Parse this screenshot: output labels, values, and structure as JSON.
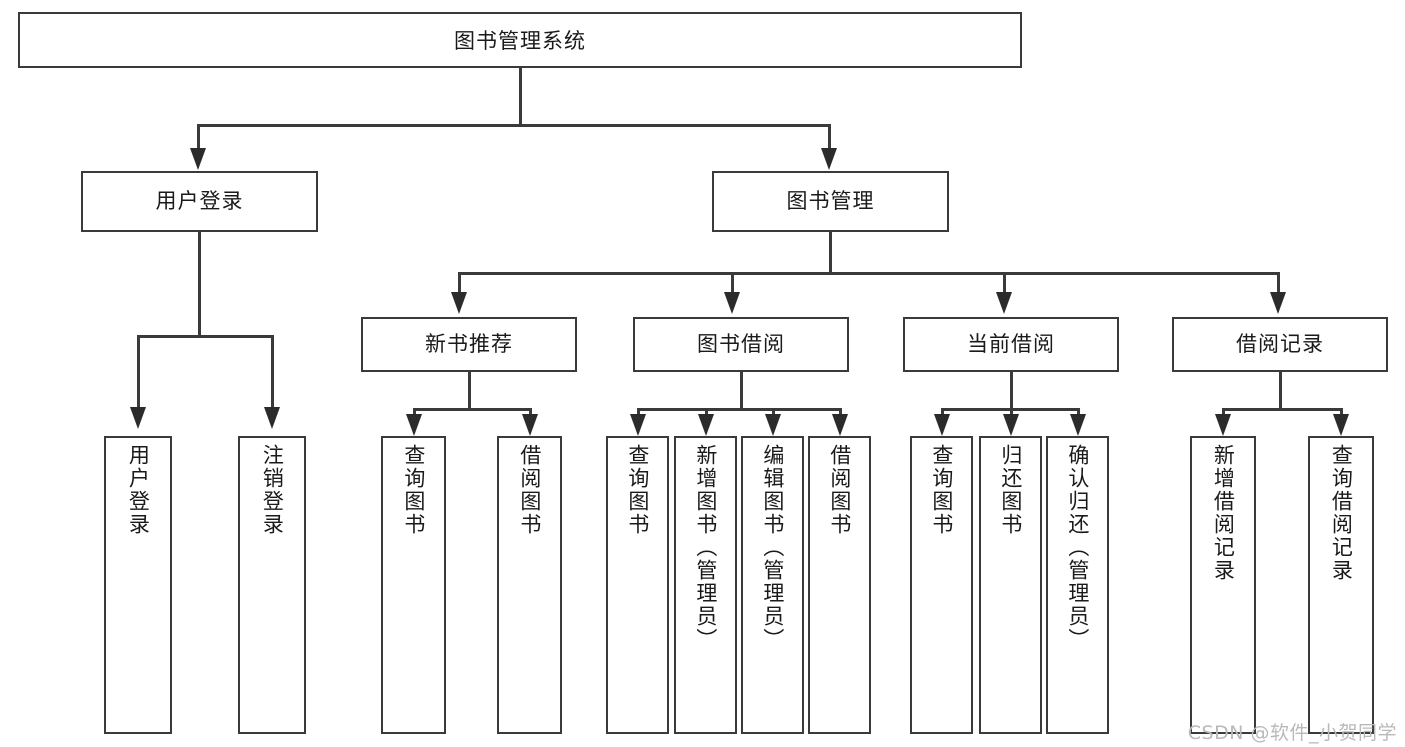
{
  "diagram": {
    "title": "图书管理系统",
    "watermark": "CSDN @软件_小贺同学",
    "colors": {
      "background": "#ffffff",
      "stroke": "#3a3a3a",
      "arrow": "#2b2b2b",
      "text": "#1a1a1a",
      "watermark": "#b9b9b9"
    }
  },
  "root": {
    "label": "图书管理系统"
  },
  "level2": [
    {
      "label": "用户登录"
    },
    {
      "label": "图书管理"
    }
  ],
  "level3": [
    {
      "label": "新书推荐"
    },
    {
      "label": "图书借阅"
    },
    {
      "label": "当前借阅"
    },
    {
      "label": "借阅记录"
    }
  ],
  "leaves": {
    "user_login": [
      {
        "label": "用户登录"
      },
      {
        "label": "注销登录"
      }
    ],
    "new_book": [
      {
        "label": "查询图书"
      },
      {
        "label": "借阅图书"
      }
    ],
    "book_borrow": [
      {
        "label": "查询图书"
      },
      {
        "label": "新增图书（管理员）"
      },
      {
        "label": "编辑图书（管理员）"
      },
      {
        "label": "借阅图书"
      }
    ],
    "current_borrow": [
      {
        "label": "查询图书"
      },
      {
        "label": "归还图书"
      },
      {
        "label": "确认归还（管理员）"
      }
    ],
    "borrow_record": [
      {
        "label": "新增借阅记录"
      },
      {
        "label": "查询借阅记录"
      }
    ]
  }
}
